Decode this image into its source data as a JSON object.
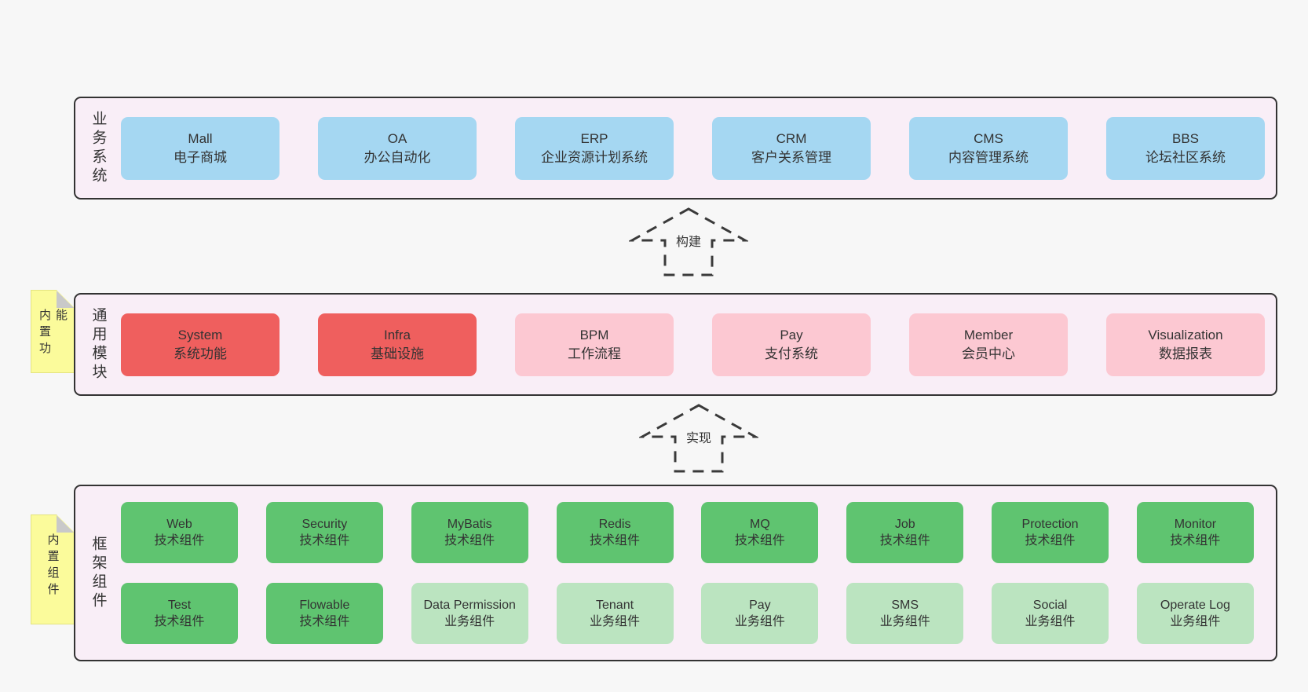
{
  "colors": {
    "page_bg": "#f7f7f7",
    "band_bg": "#f9eef7",
    "band_border": "#333333",
    "business_system_box": "#a5d7f2",
    "core_module_box": "#ef5f5e",
    "optional_module_box": "#fcc8d2",
    "tech_component_box": "#5fc470",
    "biz_component_box": "#bbe4c0",
    "sticky_note": "#fbfb9b",
    "text": "#333333"
  },
  "arrows": {
    "build": "构建",
    "implement": "实现"
  },
  "bands": [
    {
      "label": "业务系统",
      "boxes": [
        {
          "title": "Mall",
          "subtitle": "电子商城",
          "variant": "blue"
        },
        {
          "title": "OA",
          "subtitle": "办公自动化",
          "variant": "blue"
        },
        {
          "title": "ERP",
          "subtitle": "企业资源计划系统",
          "variant": "blue"
        },
        {
          "title": "CRM",
          "subtitle": "客户关系管理",
          "variant": "blue"
        },
        {
          "title": "CMS",
          "subtitle": "内容管理系统",
          "variant": "blue"
        },
        {
          "title": "BBS",
          "subtitle": "论坛社区系统",
          "variant": "blue"
        }
      ]
    },
    {
      "label": "通用模块",
      "note": "内置功能",
      "boxes": [
        {
          "title": "System",
          "subtitle": "系统功能",
          "variant": "red"
        },
        {
          "title": "Infra",
          "subtitle": "基础设施",
          "variant": "red"
        },
        {
          "title": "BPM",
          "subtitle": "工作流程",
          "variant": "pink"
        },
        {
          "title": "Pay",
          "subtitle": "支付系统",
          "variant": "pink"
        },
        {
          "title": "Member",
          "subtitle": "会员中心",
          "variant": "pink"
        },
        {
          "title": "Visualization",
          "subtitle": "数据报表",
          "variant": "pink"
        }
      ]
    },
    {
      "label": "框架组件",
      "note": "内置组件",
      "rows": [
        [
          {
            "title": "Web",
            "subtitle": "技术组件",
            "variant": "dgreen"
          },
          {
            "title": "Security",
            "subtitle": "技术组件",
            "variant": "dgreen"
          },
          {
            "title": "MyBatis",
            "subtitle": "技术组件",
            "variant": "dgreen"
          },
          {
            "title": "Redis",
            "subtitle": "技术组件",
            "variant": "dgreen"
          },
          {
            "title": "MQ",
            "subtitle": "技术组件",
            "variant": "dgreen"
          },
          {
            "title": "Job",
            "subtitle": "技术组件",
            "variant": "dgreen"
          },
          {
            "title": "Protection",
            "subtitle": "技术组件",
            "variant": "dgreen"
          },
          {
            "title": "Monitor",
            "subtitle": "技术组件",
            "variant": "dgreen"
          }
        ],
        [
          {
            "title": "Test",
            "subtitle": "技术组件",
            "variant": "dgreen"
          },
          {
            "title": "Flowable",
            "subtitle": "技术组件",
            "variant": "dgreen"
          },
          {
            "title": "Data Permission",
            "subtitle": "业务组件",
            "variant": "lgreen"
          },
          {
            "title": "Tenant",
            "subtitle": "业务组件",
            "variant": "lgreen"
          },
          {
            "title": "Pay",
            "subtitle": "业务组件",
            "variant": "lgreen"
          },
          {
            "title": "SMS",
            "subtitle": "业务组件",
            "variant": "lgreen"
          },
          {
            "title": "Social",
            "subtitle": "业务组件",
            "variant": "lgreen"
          },
          {
            "title": "Operate Log",
            "subtitle": "业务组件",
            "variant": "lgreen"
          }
        ]
      ]
    }
  ]
}
